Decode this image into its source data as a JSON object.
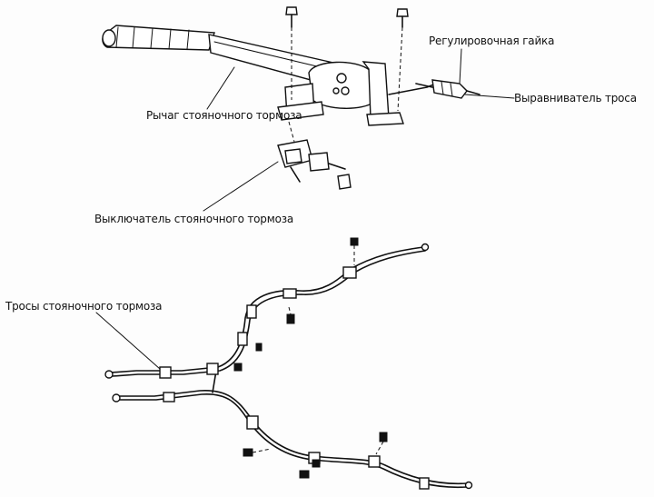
{
  "labels": {
    "adjusting_nut": "Регулировочная гайка",
    "cable_equalizer": "Выравниватель троса",
    "parking_brake_lever": "Рычаг стояночного тормоза",
    "parking_brake_switch": "Выключатель стояночного тормоза",
    "parking_brake_cables": "Тросы стояночного тормоза"
  }
}
